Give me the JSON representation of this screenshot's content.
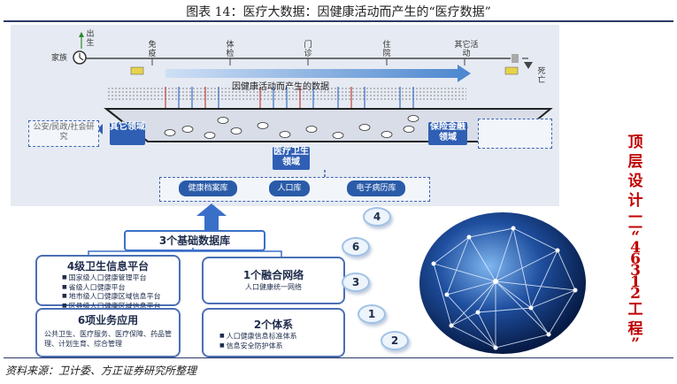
{
  "figure_title": "图表 14：医疗大数据：因健康活动而产生的“医疗数据”",
  "source": "资料来源：卫计委、方正证券研究所整理",
  "timeline": {
    "birth": "出生",
    "family": "家族",
    "events": [
      "免疫",
      "体检",
      "门诊",
      "住院",
      "其它活动"
    ],
    "death": "死亡"
  },
  "arrow_label": "因健康活动而产生的数据",
  "left_box": "公安/民政/社会研究",
  "other_domain": "其它领域",
  "insurance_domain": "保险金融领域",
  "medical_domain": "医疗卫生领域",
  "databases": [
    "健康档案库",
    "人口库",
    "电子病历库"
  ],
  "base_db": "3个基础数据库",
  "boxes": {
    "platform": {
      "title": "4级卫生信息平台",
      "items": [
        "国家级人口健康管理平台",
        "省级人口健康平台",
        "地市级人口健康区域信息平台",
        "区县级人口健康区域信息平台"
      ]
    },
    "network": {
      "title": "1个融合网络",
      "items": [
        "人口健康统一网络"
      ]
    },
    "apps": {
      "title": "6项业务应用",
      "text": "公共卫生、医疗服务、医疗保障、药品管理、计划生育、综合管理"
    },
    "systems": {
      "title": "2个体系",
      "items": [
        "人口健康信息标准体系",
        "信息安全防护体系"
      ]
    }
  },
  "numbers": [
    "4",
    "6",
    "3",
    "1",
    "2"
  ],
  "side_text": [
    "顶",
    "层",
    "设",
    "计",
    "—",
    "—",
    "“",
    "4",
    "6",
    "3",
    "1",
    "2",
    "工",
    "程",
    "”"
  ]
}
